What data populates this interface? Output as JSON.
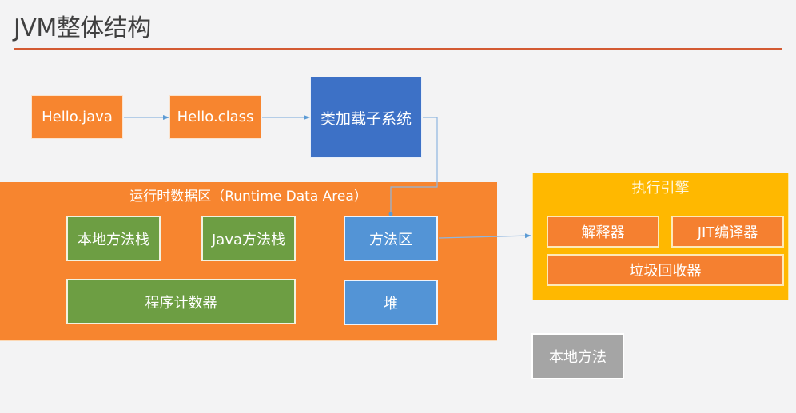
{
  "header": {
    "title": "JVM整体结构"
  },
  "diagram": {
    "source_file": "Hello.java",
    "class_file": "Hello.class",
    "class_loader": "类加载子系统",
    "runtime_data_area": {
      "label": "运行时数据区（Runtime Data Area）",
      "native_method_stack": "本地方法栈",
      "java_method_stack": "Java方法栈",
      "program_counter": "程序计数器",
      "method_area": "方法区",
      "heap": "堆"
    },
    "execution_engine": {
      "label": "执行引擎",
      "interpreter": "解释器",
      "jit_compiler": "JIT编译器",
      "garbage_collector": "垃圾回收器"
    },
    "native_method": "本地方法"
  },
  "colors": {
    "title_rule": "#d35a32",
    "orange": "#f7852f",
    "class_loader_blue": "#3d71c6",
    "memory_blue": "#5394d6",
    "green": "#6d9e43",
    "engine_yellow": "#ffb800",
    "native_gray": "#a5a5a5",
    "connector": "#5b9bd5"
  }
}
